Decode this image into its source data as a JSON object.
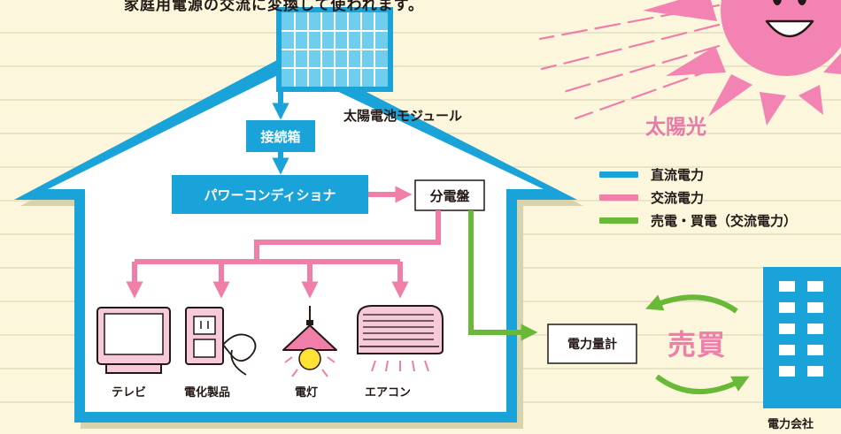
{
  "caption": "家庭用電源の交流に変換して使われます。",
  "components": {
    "solar_module": "太陽電池モジュール",
    "sunlight": "太陽光",
    "junction_box": "接続箱",
    "power_conditioner": "パワーコンディショナ",
    "distribution_board": "分電盤",
    "power_meter": "電力量計",
    "trade": "売買",
    "power_company": "電力会社"
  },
  "appliances": [
    {
      "label": "テレビ",
      "icon": "tv-icon"
    },
    {
      "label": "電化製品",
      "icon": "outlet-plug-icon"
    },
    {
      "label": "電灯",
      "icon": "lamp-icon"
    },
    {
      "label": "エアコン",
      "icon": "air-conditioner-icon"
    }
  ],
  "legend": [
    {
      "label": "直流電力",
      "color": "#1aa3d9"
    },
    {
      "label": "交流電力",
      "color": "#ef7fa8"
    },
    {
      "label": "売電・買電（交流電力）",
      "color": "#6ab838"
    }
  ],
  "colors": {
    "dc": "#1aa3d9",
    "ac": "#ef7fa8",
    "grid": "#6ab838",
    "sun": "#f283b3",
    "house_outline": "#1aa3d9"
  }
}
